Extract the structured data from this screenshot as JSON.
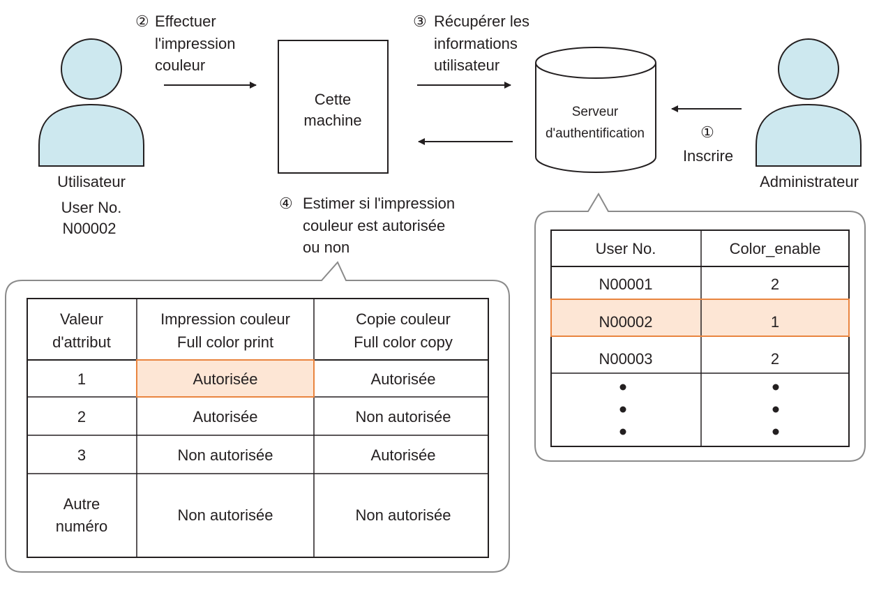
{
  "user": {
    "label": "Utilisateur",
    "userno_label": "User No.",
    "userno_value": "N00002"
  },
  "admin": {
    "label": "Administrateur"
  },
  "machine": {
    "line1": "Cette",
    "line2": "machine"
  },
  "server": {
    "line1": "Serveur",
    "line2": "d'authentification"
  },
  "steps": {
    "step1": {
      "num": "①",
      "text": "Inscrire"
    },
    "step2": {
      "num": "②",
      "line1": "Effectuer",
      "line2": "l'impression",
      "line3": "couleur"
    },
    "step3": {
      "num": "③",
      "line1": "Récupérer les",
      "line2": "informations",
      "line3": "utilisateur"
    },
    "step4": {
      "num": "④",
      "line1": "Estimer si l'impression",
      "line2": "couleur est autorisée",
      "line3": "ou non"
    }
  },
  "attr_table": {
    "headers": [
      {
        "l1": "Valeur",
        "l2": "d'attribut"
      },
      {
        "l1": "Impression couleur",
        "l2": "Full color print"
      },
      {
        "l1": "Copie couleur",
        "l2": "Full color copy"
      }
    ],
    "rows": [
      {
        "value": "1",
        "print": "Autorisée",
        "copy": "Autorisée"
      },
      {
        "value": "2",
        "print": "Autorisée",
        "copy": "Non autorisée"
      },
      {
        "value": "3",
        "print": "Non autorisée",
        "copy": "Autorisée"
      },
      {
        "value_l1": "Autre",
        "value_l2": "numéro",
        "print": "Non autorisée",
        "copy": "Non autorisée"
      }
    ]
  },
  "user_table": {
    "headers": [
      "User No.",
      "Color_enable"
    ],
    "rows": [
      {
        "user": "N00001",
        "enable": "2"
      },
      {
        "user": "N00002",
        "enable": "1"
      },
      {
        "user": "N00003",
        "enable": "2"
      }
    ]
  },
  "colors": {
    "person_fill": "#cde8ef",
    "person_stroke": "#231f20",
    "highlight_fill": "#fde6d5",
    "highlight_stroke": "#e9843f",
    "callout_stroke": "#8a8a8a"
  }
}
